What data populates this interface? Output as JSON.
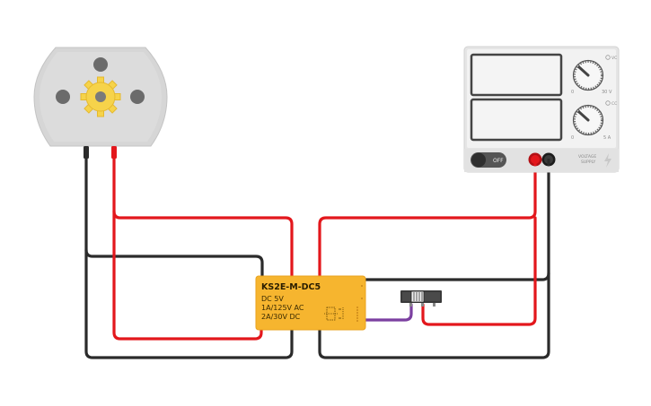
{
  "relay": {
    "model": "KS2E-M-DC5",
    "line1": "DC 5V",
    "line2": "1A/125V AC",
    "line3": "2A/30V DC"
  },
  "power_supply": {
    "toggle_label": "OFF",
    "voltage_min": "0",
    "voltage_max": "30 V",
    "current_min": "0",
    "current_max": "5 A",
    "brand_line1": "VOLTAGE",
    "brand_line2": "SUPPLY"
  },
  "colors": {
    "wire_red": "#e3171c",
    "wire_black": "#2b2b2b",
    "wire_purple": "#7b3fa0",
    "relay_body": "#f6b52f",
    "gear": "#f6d34a",
    "motor_body": "#d6d6d6",
    "supply_body": "#e5e5e5"
  },
  "icons": {
    "motor": "dc-motor-icon",
    "gear": "gear-icon",
    "slide_switch": "slide-switch-icon",
    "knob": "knob-icon",
    "lightning": "lightning-icon"
  }
}
